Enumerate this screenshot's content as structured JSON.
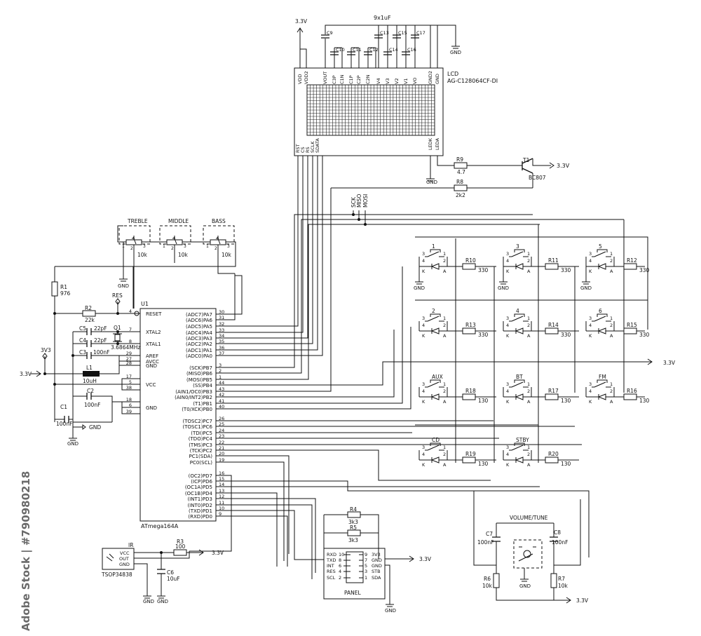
{
  "lcd": {
    "name": "LCD",
    "part": "AG-C128064CF-DI",
    "top_pins": [
      "VDD",
      "VDD2",
      "VOUT",
      "C3P",
      "C1N",
      "C1P",
      "C2P",
      "C2N",
      "V4",
      "V3",
      "V2",
      "V1",
      "VO",
      "GND2",
      "GND"
    ],
    "bottom_pins": [
      "RST",
      "CS",
      "RS",
      "SCLK",
      "SDATA"
    ],
    "led_pins": [
      "LEDK",
      "LEDA"
    ],
    "supply": "3.3V",
    "cap_array": "9x1uF",
    "caps": [
      "C9",
      "C10",
      "C11",
      "C12",
      "C13",
      "C14",
      "C15",
      "C16",
      "C17"
    ]
  },
  "mcu": {
    "ref": "U1",
    "part": "ATmega164A",
    "left": [
      [
        "RESET",
        "4"
      ],
      [
        "XTAL2",
        "7"
      ],
      [
        "XTAL1",
        "8"
      ],
      [
        "AREF",
        "29"
      ],
      [
        "AVCC",
        "27"
      ],
      [
        "GND",
        "28"
      ],
      [
        "",
        "17"
      ],
      [
        "VCC",
        "5"
      ],
      [
        "",
        "38"
      ],
      [
        "",
        "18"
      ],
      [
        "GND",
        "6"
      ],
      [
        "",
        "39"
      ]
    ],
    "right": [
      [
        "(ADC7)PA7",
        "30"
      ],
      [
        "(ADC6)PA6",
        "31"
      ],
      [
        "(ADC5)PA5",
        "32"
      ],
      [
        "(ADC4)PA4",
        "33"
      ],
      [
        "(ADC3)PA3",
        "34"
      ],
      [
        "(ADC2)PA2",
        "35"
      ],
      [
        "(ADC1)PA1",
        "36"
      ],
      [
        "(ADC0)PA0",
        "37"
      ],
      [
        "(SCK)PB7",
        "3"
      ],
      [
        "(MISO)PB6",
        "2"
      ],
      [
        "(MOSI)PB5",
        "1"
      ],
      [
        "(SS)PB4",
        "44"
      ],
      [
        "(AIN1/OC0)PB3",
        "43"
      ],
      [
        "(AIN0/INT2)PB2",
        "42"
      ],
      [
        "(T1)PB1",
        "41"
      ],
      [
        "(T0/XCK)PB0",
        "40"
      ],
      [
        "(TOSC2)PC7",
        "26"
      ],
      [
        "(TOSC1)PC6",
        "25"
      ],
      [
        "(TDI)PC5",
        "24"
      ],
      [
        "(TDO)PC4",
        "23"
      ],
      [
        "(TMS)PC3",
        "22"
      ],
      [
        "(TCK)PC2",
        "21"
      ],
      [
        "PC1(SDA)",
        "20"
      ],
      [
        "PC0(SCL)",
        "19"
      ],
      [
        "(OC2)PD7",
        "16"
      ],
      [
        "(ICP)PD6",
        "15"
      ],
      [
        "(OC1A)PD5",
        "14"
      ],
      [
        "(OC1B)PD4",
        "13"
      ],
      [
        "(INT1)PD3",
        "12"
      ],
      [
        "(INT0)PD2",
        "11"
      ],
      [
        "(TXD)PD1",
        "10"
      ],
      [
        "(RXD)PD0",
        "9"
      ]
    ]
  },
  "pots": [
    {
      "name": "TREBLE",
      "value": "10k"
    },
    {
      "name": "MIDDLE",
      "value": "10k"
    },
    {
      "name": "BASS",
      "value": "10k"
    }
  ],
  "passives": {
    "r1": [
      "R1",
      "976"
    ],
    "r2": [
      "R2",
      "22k"
    ],
    "res": "RES",
    "c5": [
      "C5",
      "22pF"
    ],
    "c4": [
      "C4",
      "22pF"
    ],
    "q1": [
      "Q1",
      "3.6864MHz"
    ],
    "c3": [
      "C3",
      "100nF"
    ],
    "l1": [
      "L1",
      "10uH"
    ],
    "c2": [
      "C2",
      "100nF"
    ],
    "c1": [
      "C1",
      "100nF"
    ],
    "v3v3": "3V3",
    "supply": "3.3V",
    "gnd": "GND",
    "r9": [
      "R9",
      "4.7"
    ],
    "r8": [
      "R8",
      "2k2"
    ],
    "t1": [
      "T1",
      "BC807"
    ],
    "r3": [
      "R3",
      "100"
    ],
    "c6": [
      "C6",
      "10uF"
    ],
    "r4": [
      "R4",
      "3k3"
    ],
    "r5": [
      "R5",
      "3k3"
    ],
    "c7": [
      "C7",
      "100nF"
    ],
    "c8": [
      "C8",
      "100nF"
    ],
    "r6": [
      "R6",
      "10k"
    ],
    "r7": [
      "R7",
      "10k"
    ]
  },
  "spi": [
    "SCK",
    "MISO",
    "MOSI"
  ],
  "buttons": [
    {
      "label": "1",
      "r": "R10",
      "rv": "330"
    },
    {
      "label": "3",
      "r": "R11",
      "rv": "330"
    },
    {
      "label": "5",
      "r": "R12",
      "rv": "330"
    },
    {
      "label": "2",
      "r": "R13",
      "rv": "330"
    },
    {
      "label": "4",
      "r": "R14",
      "rv": "330"
    },
    {
      "label": "6",
      "r": "R15",
      "rv": "330"
    },
    {
      "label": "AUX",
      "r": "R18",
      "rv": "130"
    },
    {
      "label": "BT",
      "r": "R17",
      "rv": "130"
    },
    {
      "label": "FM",
      "r": "R16",
      "rv": "130"
    },
    {
      "label": "CD",
      "r": "R19",
      "rv": "130"
    },
    {
      "label": "STBY",
      "r": "R20",
      "rv": "130"
    }
  ],
  "sw_pins": [
    "3",
    "1",
    "4",
    "2",
    "K",
    "A"
  ],
  "ir": {
    "name": "IR",
    "part": "TSOP34838",
    "pins": [
      "VCC",
      "OUT",
      "GND"
    ]
  },
  "panel": {
    "name": "PANEL",
    "left": [
      [
        "RXD",
        "10"
      ],
      [
        "TXD",
        "8"
      ],
      [
        "INT",
        "6"
      ],
      [
        "RES",
        "4"
      ],
      [
        "SCL",
        "2"
      ]
    ],
    "right": [
      [
        "9",
        "3V3"
      ],
      [
        "7",
        "GND"
      ],
      [
        "5",
        "GND"
      ],
      [
        "3",
        "STB"
      ],
      [
        "1",
        "SDA"
      ]
    ]
  },
  "encoder": {
    "name": "VOLUME/TUNE"
  },
  "watermark": "Adobe Stock | #790980218"
}
